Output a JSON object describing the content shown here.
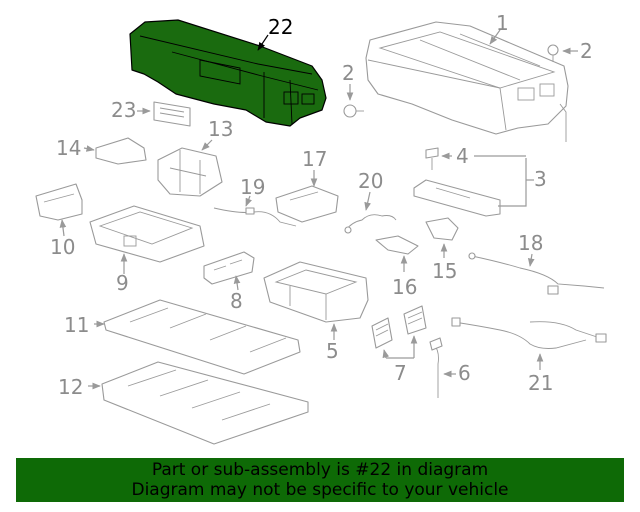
{
  "diagram": {
    "highlight_color": "#1a6b0f",
    "callouts": {
      "c1": "1",
      "c2a": "2",
      "c2b": "2",
      "c3": "3",
      "c4": "4",
      "c5": "5",
      "c6": "6",
      "c7": "7",
      "c8": "8",
      "c9": "9",
      "c10": "10",
      "c11": "11",
      "c12": "12",
      "c13": "13",
      "c14": "14",
      "c15": "15",
      "c16": "16",
      "c17": "17",
      "c18": "18",
      "c19": "19",
      "c20": "20",
      "c21": "21",
      "c22": "22",
      "c23": "23"
    }
  },
  "banner": {
    "line1": "Part or sub-assembly is #22 in diagram",
    "line2": "Diagram may not be specific to your vehicle",
    "background": "#0e6a06"
  }
}
